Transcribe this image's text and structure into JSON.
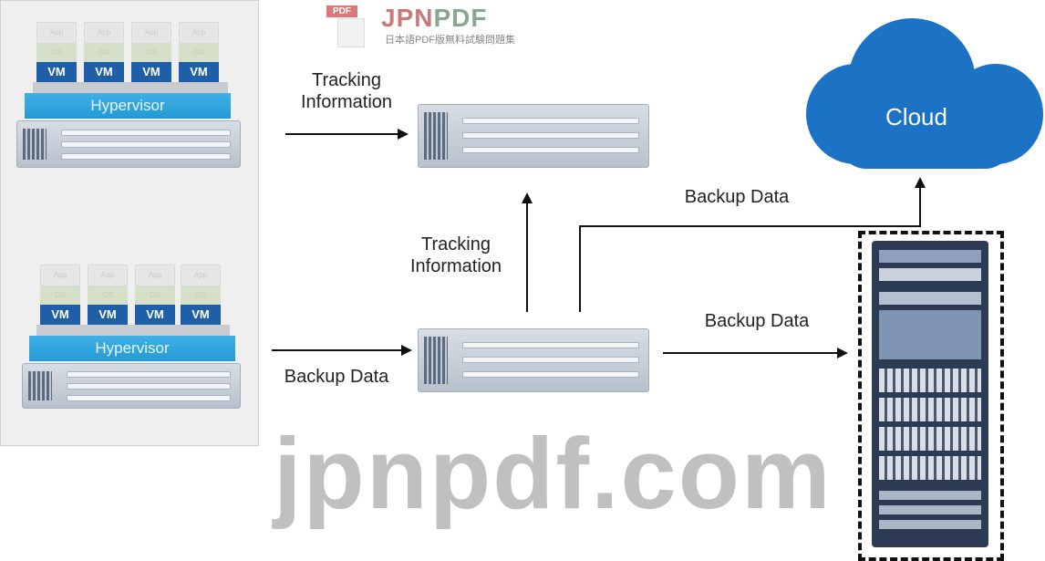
{
  "logo": {
    "badge": "PDF",
    "brand_a": "JPN",
    "brand_b": "PDF",
    "tagline": "日本語PDF版無料試験問題集"
  },
  "hosts": [
    {
      "vms": [
        {
          "app": "App",
          "os": "OS",
          "label": "VM"
        },
        {
          "app": "App",
          "os": "OS",
          "label": "VM"
        },
        {
          "app": "App",
          "os": "OS",
          "label": "VM"
        },
        {
          "app": "App",
          "os": "OS",
          "label": "VM"
        }
      ],
      "hypervisor": "Hypervisor"
    },
    {
      "vms": [
        {
          "app": "App",
          "os": "OS",
          "label": "VM"
        },
        {
          "app": "App",
          "os": "OS",
          "label": "VM"
        },
        {
          "app": "App",
          "os": "OS",
          "label": "VM"
        },
        {
          "app": "App",
          "os": "OS",
          "label": "VM"
        }
      ],
      "hypervisor": "Hypervisor"
    }
  ],
  "labels": {
    "tracking_top": "Tracking Information",
    "tracking_mid": "Tracking Information",
    "backup_left": "Backup Data",
    "backup_right": "Backup Data",
    "backup_cloud": "Backup Data",
    "cloud": "Cloud"
  },
  "watermark": "jpnpdf.com"
}
